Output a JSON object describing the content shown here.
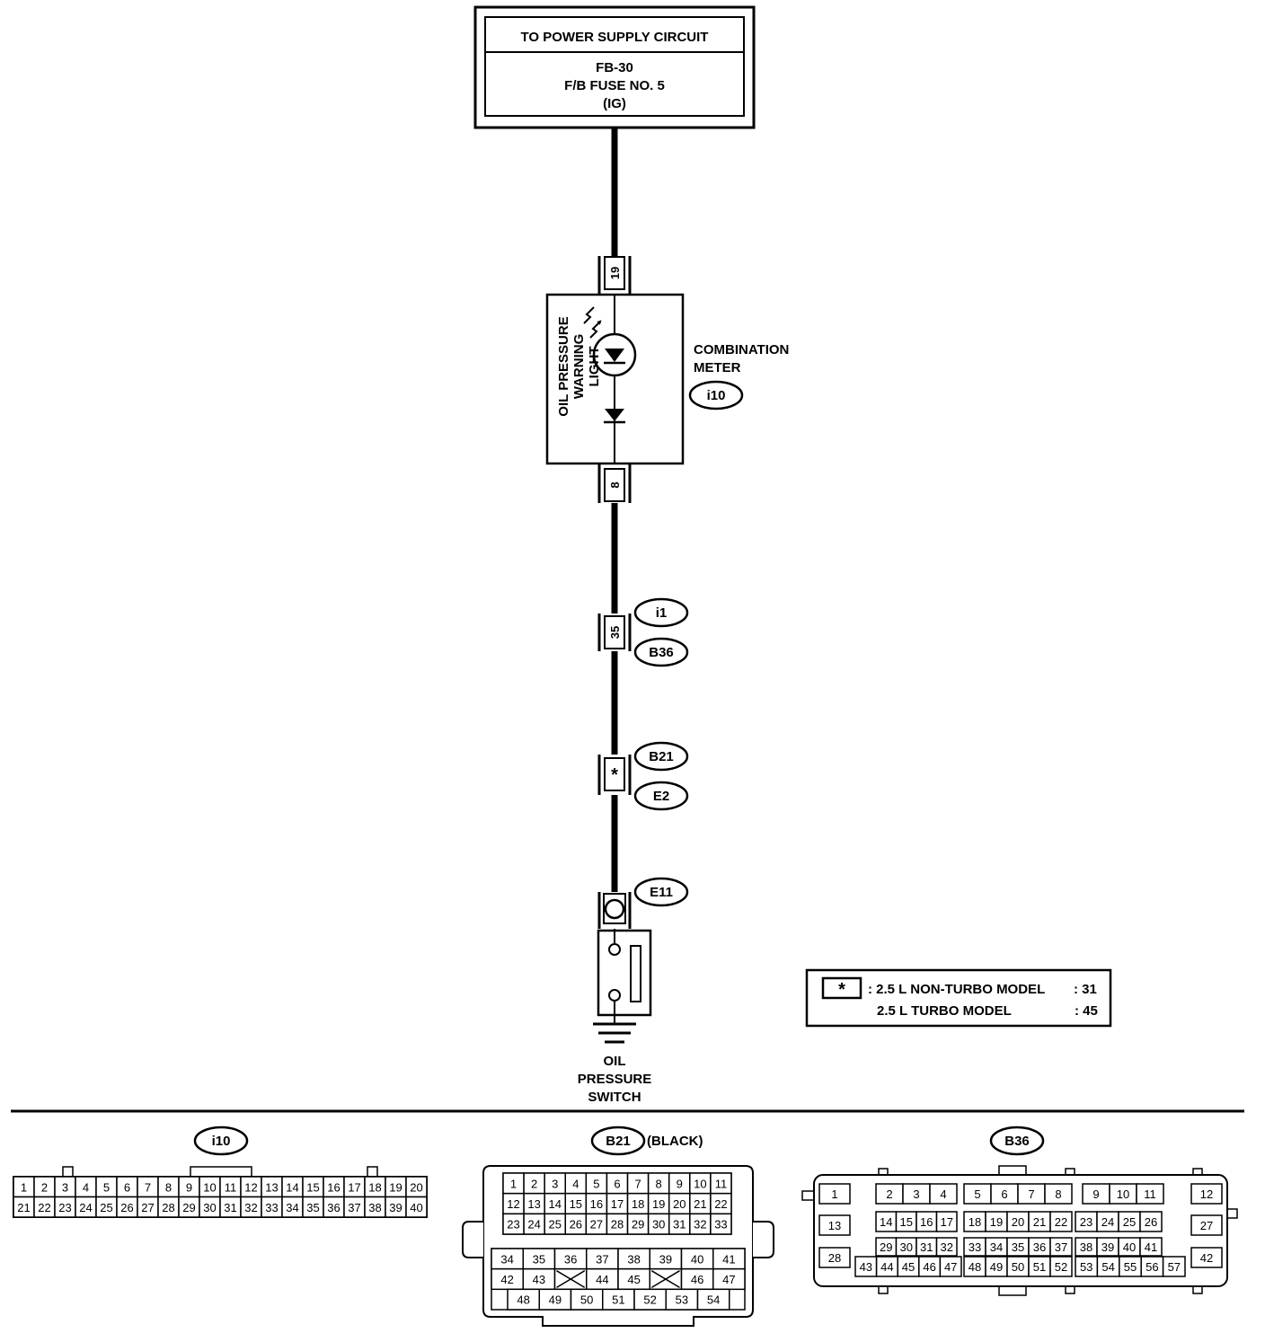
{
  "power_box": {
    "header": "TO POWER SUPPLY CIRCUIT",
    "line1": "FB-30",
    "line2": "F/B FUSE NO. 5",
    "line3": "(IG)"
  },
  "terminals": {
    "meter_in": "19",
    "meter_out": "8",
    "i1_b36": "35",
    "b21_e2": "*"
  },
  "meter": {
    "name_line1": "COMBINATION",
    "name_line2": "METER",
    "connector": "i10",
    "light_line1": "OIL PRESSURE",
    "light_line2": "WARNING",
    "light_line3": "LIGHT"
  },
  "connector_ids": {
    "i1": "i1",
    "b36": "B36",
    "b21": "B21",
    "e2": "E2",
    "e11": "E11"
  },
  "switch": {
    "line1": "OIL",
    "line2": "PRESSURE",
    "line3": "SWITCH"
  },
  "note": {
    "star": "*",
    "row1_label": ": 2.5 L NON-TURBO MODEL",
    "row1_value": ": 31",
    "row2_label": "2.5 L TURBO MODEL",
    "row2_value": ": 45"
  },
  "connector_views": {
    "i10": {
      "id": "i10",
      "row1": [
        "1",
        "2",
        "3",
        "4",
        "5",
        "6",
        "7",
        "8",
        "9",
        "10",
        "11",
        "12",
        "13",
        "14",
        "15",
        "16",
        "17",
        "18",
        "19",
        "20"
      ],
      "row2": [
        "21",
        "22",
        "23",
        "24",
        "25",
        "26",
        "27",
        "28",
        "29",
        "30",
        "31",
        "32",
        "33",
        "34",
        "35",
        "36",
        "37",
        "38",
        "39",
        "40"
      ]
    },
    "b21": {
      "id": "B21",
      "color": "(BLACK)",
      "row1": [
        "1",
        "2",
        "3",
        "4",
        "5",
        "6",
        "7",
        "8",
        "9",
        "10",
        "11"
      ],
      "row2": [
        "12",
        "13",
        "14",
        "15",
        "16",
        "17",
        "18",
        "19",
        "20",
        "21",
        "22"
      ],
      "row3": [
        "23",
        "24",
        "25",
        "26",
        "27",
        "28",
        "29",
        "30",
        "31",
        "32",
        "33"
      ],
      "row4": [
        "34",
        "35",
        "36",
        "37",
        "38",
        "39",
        "40",
        "41"
      ],
      "row5": [
        "42",
        "43",
        "",
        "44",
        "45",
        "",
        "46",
        "47"
      ],
      "row6": [
        "48",
        "49",
        "50",
        "51",
        "52",
        "53",
        "54"
      ]
    },
    "b36": {
      "id": "B36",
      "single": [
        "1",
        "12",
        "13",
        "27",
        "28",
        "42"
      ],
      "g1r1": [
        "2",
        "3",
        "4"
      ],
      "g2r1": [
        "5",
        "6",
        "7",
        "8"
      ],
      "g3r1": [
        "9",
        "10",
        "11"
      ],
      "g1r2": [
        "14",
        "15",
        "16",
        "17"
      ],
      "g2r2": [
        "18",
        "19",
        "20",
        "21",
        "22"
      ],
      "g3r2": [
        "23",
        "24",
        "25",
        "26"
      ],
      "g1r3": [
        "29",
        "30",
        "31",
        "32"
      ],
      "g2r3": [
        "33",
        "34",
        "35",
        "36",
        "37"
      ],
      "g3r3": [
        "38",
        "39",
        "40",
        "41"
      ],
      "g1r4": [
        "43",
        "44",
        "45",
        "46",
        "47"
      ],
      "g2r4": [
        "48",
        "49",
        "50",
        "51",
        "52"
      ],
      "g3r4": [
        "53",
        "54",
        "55",
        "56",
        "57"
      ]
    }
  }
}
